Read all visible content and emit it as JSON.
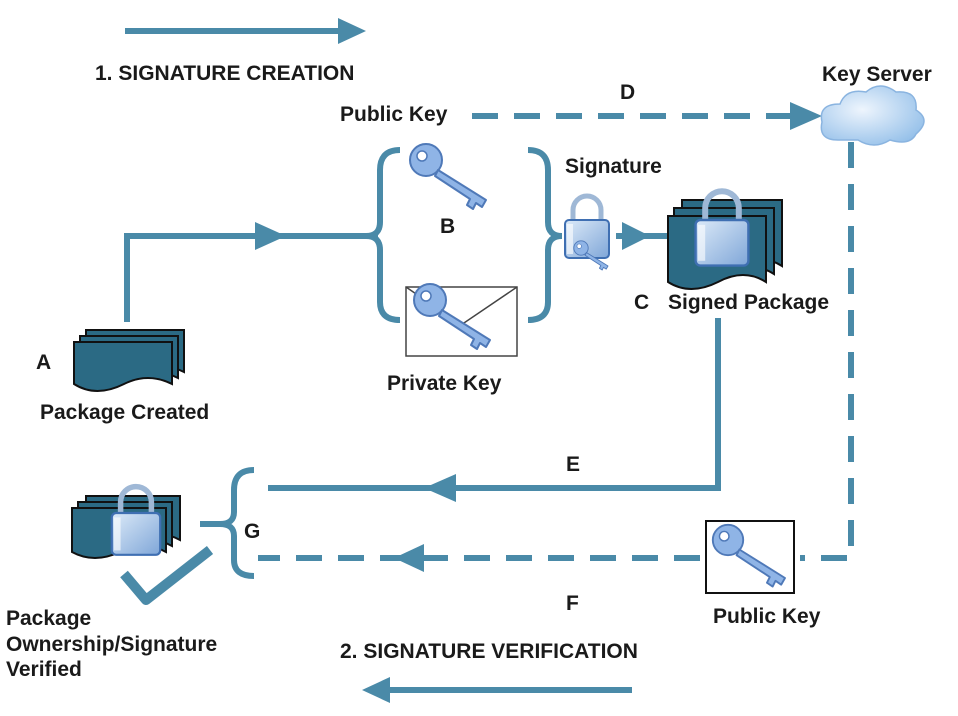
{
  "labels": {
    "creation": "1. SIGNATURE CREATION",
    "verification": "2. SIGNATURE VERIFICATION",
    "key_server": "Key Server",
    "public_key_top": "Public Key",
    "public_key_bottom": "Public Key",
    "private_key": "Private Key",
    "signature": "Signature",
    "signed_package": "Signed Package",
    "package_created": "Package Created",
    "verified": "Package\nOwnership/Signature\nVerified",
    "letter_a": "A",
    "letter_b": "B",
    "letter_c": "C",
    "letter_d": "D",
    "letter_e": "E",
    "letter_f": "F",
    "letter_g": "G"
  },
  "colors": {
    "flow": "#4a8aa8",
    "package": "#2b6a84",
    "lock": "#a8c8ec",
    "key": "#8fb4e6",
    "cloud": "#b9d6f4",
    "text": "#1a1a1a"
  }
}
